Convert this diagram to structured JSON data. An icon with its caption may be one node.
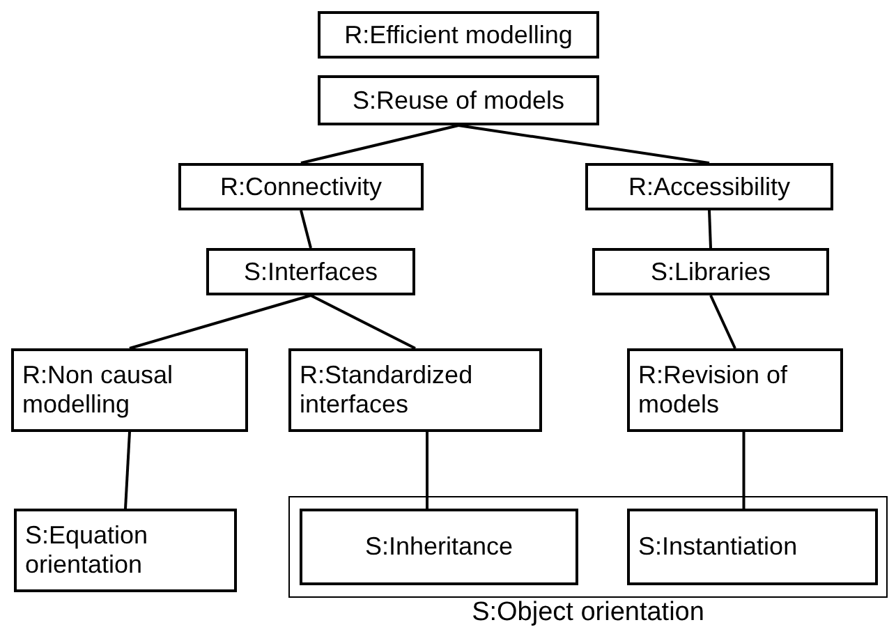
{
  "diagram": {
    "nodes": [
      {
        "text": [
          "R:Efficient modelling"
        ]
      },
      {
        "text": [
          "S:Reuse of models"
        ]
      },
      {
        "text": [
          "R:Connectivity"
        ]
      },
      {
        "text": [
          "R:Accessibility"
        ]
      },
      {
        "text": [
          "S:Interfaces"
        ]
      },
      {
        "text": [
          "S:Libraries"
        ]
      },
      {
        "text": [
          "R:Non causal modelling"
        ]
      },
      {
        "text": [
          "R:Standardized interfaces"
        ]
      },
      {
        "text": [
          "R:Revision of models"
        ]
      },
      {
        "text": [
          "S:Object orientation"
        ]
      },
      {
        "text": [
          "S:Equation orientation"
        ]
      },
      {
        "text": [
          "S:Inheritance"
        ],
        "in": 9
      },
      {
        "text": [
          "S:Instantiation"
        ],
        "in": 9
      }
    ],
    "edges": [
      {
        "from": 1,
        "to": 2,
        "arrow": "none"
      },
      {
        "from": 1,
        "to": 3,
        "arrow": "none"
      },
      {
        "from": 2,
        "to": 4,
        "arrow": "none"
      },
      {
        "from": 3,
        "to": 5,
        "arrow": "none"
      },
      {
        "from": 4,
        "to": 6,
        "arrow": "none"
      },
      {
        "from": 4,
        "to": 7,
        "arrow": "none"
      },
      {
        "from": 5,
        "to": 8,
        "arrow": "none"
      },
      {
        "from": 6,
        "to": 10,
        "arrow": "none"
      },
      {
        "from": 7,
        "to": 11,
        "arrow": "none"
      },
      {
        "from": 8,
        "to": 12,
        "arrow": "none"
      }
    ]
  }
}
